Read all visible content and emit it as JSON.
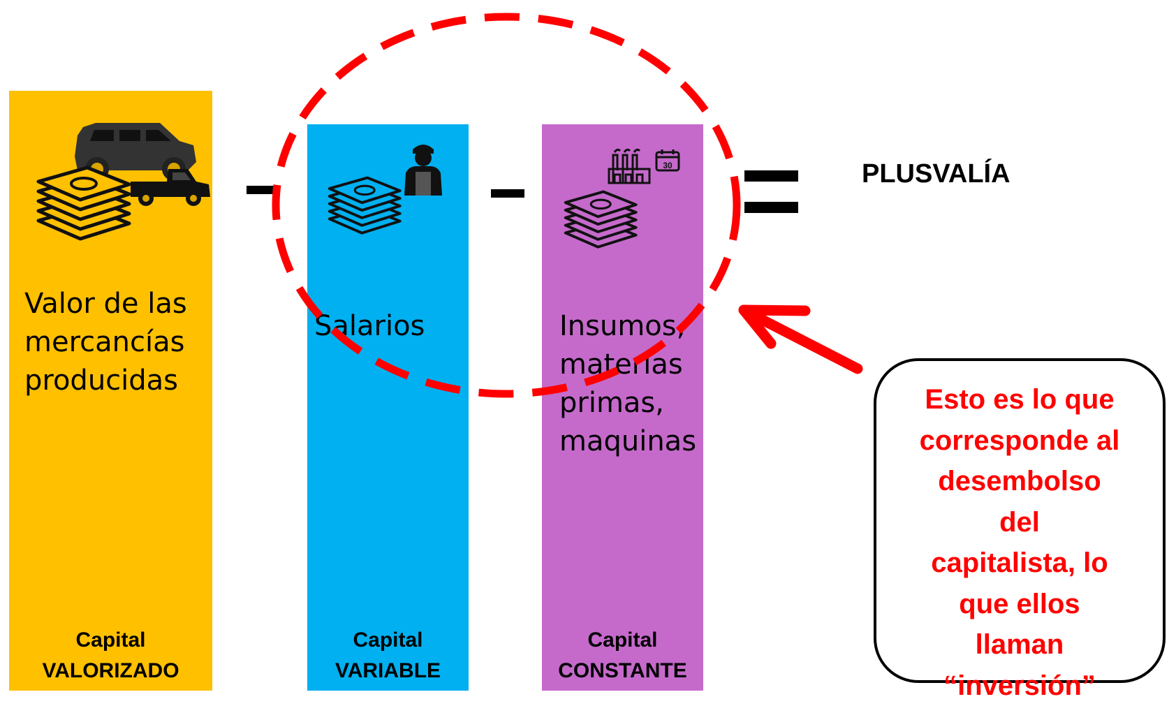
{
  "columns": [
    {
      "description": "Valor de las\nmercancías\nproducidas",
      "footer_line1": "Capital",
      "footer_line2": "VALORIZADO",
      "color": "#FFC000",
      "icons": [
        "money-stack-icon",
        "suv-icon",
        "pickup-truck-icon"
      ]
    },
    {
      "description": "Salarios",
      "footer_line1": "Capital",
      "footer_line2": "VARIABLE",
      "color": "#00B0F0",
      "icons": [
        "money-stack-icon",
        "worker-icon"
      ]
    },
    {
      "description": "Insumos,\nmaterias\nprimas,\nmaquinas",
      "footer_line1": "Capital",
      "footer_line2": "CONSTANTE",
      "color": "#C56ACB",
      "icons": [
        "money-stack-icon",
        "factory-icon",
        "calendar-icon"
      ]
    }
  ],
  "result": {
    "label": "PLUSVALÍA"
  },
  "callout": {
    "text": "Esto es lo que\ncorresponde al\ndesembolso\ndel\ncapitalista, lo\nque ellos\nllaman\n“inversión”",
    "text_color": "#FF0000",
    "highlight_color": "#FF0000"
  },
  "operators": [
    "-",
    "-",
    "="
  ],
  "calendar_day": "30"
}
